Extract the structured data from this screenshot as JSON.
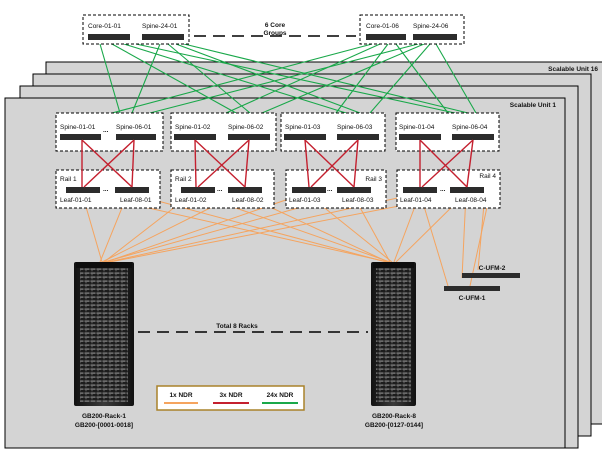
{
  "core_groups": {
    "left": {
      "core_label": "Core-01-01",
      "spine_label": "Spine-24-01"
    },
    "right": {
      "core_label": "Core-01-06",
      "spine_label": "Spine-24-06"
    },
    "caption_line1": "6 Core",
    "caption_line2": "Groups"
  },
  "scalable_units": {
    "back_label": "Scalable Unit 16",
    "front_label": "Scalable Unit 1"
  },
  "spine_groups": [
    {
      "left": "Spine-01-01",
      "right": "Spine-06-01"
    },
    {
      "left": "Spine-01-02",
      "right": "Spine-06-02"
    },
    {
      "left": "Spine-01-03",
      "right": "Spine-06-03"
    },
    {
      "left": "Spine-01-04",
      "right": "Spine-06-04"
    }
  ],
  "ellipsis": "...",
  "rail_groups": [
    {
      "rail": "Rail 1",
      "left": "Leaf-01-01",
      "right": "Leaf-08-01"
    },
    {
      "rail": "Rail 2",
      "left": "Leaf-01-02",
      "right": "Leaf-08-02"
    },
    {
      "rail": "Rail 3",
      "left": "Leaf-01-03",
      "right": "Leaf-08-03"
    },
    {
      "rail": "Rail 4",
      "left": "Leaf-01-04",
      "right": "Leaf-08-04"
    }
  ],
  "ufm": {
    "top": "C-UFM-2",
    "bottom": "C-UFM-1"
  },
  "racks": {
    "caption": "Total 8 Racks",
    "left": {
      "name": "GB200-Rack-1",
      "range": "GB200-[0001-0018]"
    },
    "right": {
      "name": "GB200-Rack-8",
      "range": "GB200-[0127-0144]"
    }
  },
  "legend": [
    {
      "label": "1x NDR",
      "color": "#f5a45f"
    },
    {
      "label": "3x NDR",
      "color": "#c4202f"
    },
    {
      "label": "24x NDR",
      "color": "#1aa84a"
    }
  ],
  "colors": {
    "panel": "#d4d4d4",
    "switch": "#2c2c2c",
    "green": "#1aa84a",
    "red": "#c4202f",
    "orange": "#f5a45f",
    "legend_border": "#a9822a"
  }
}
